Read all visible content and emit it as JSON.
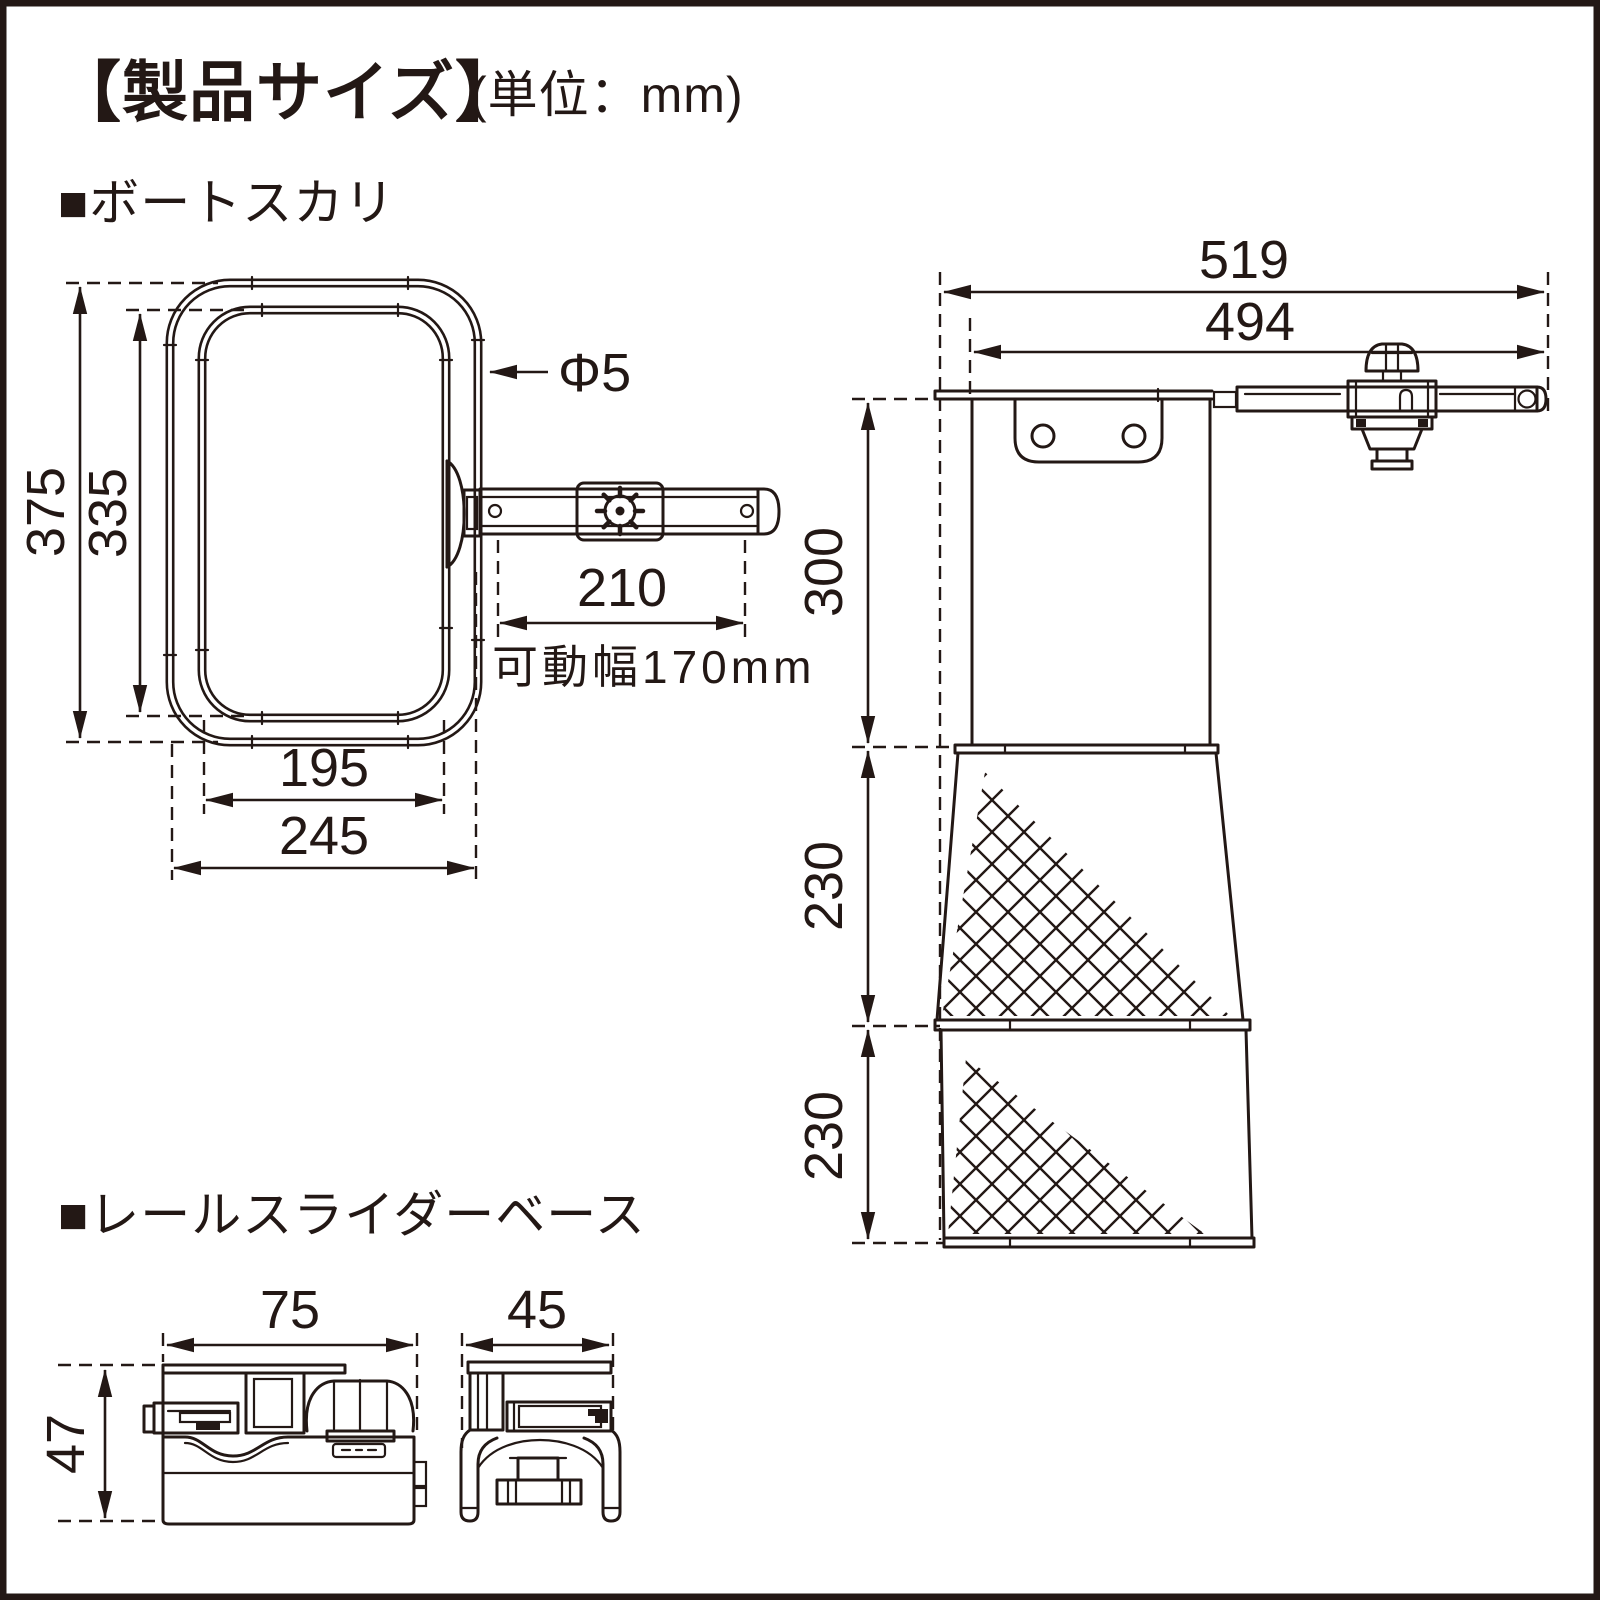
{
  "header": {
    "title": "【製品サイズ】",
    "unit": "(単位：mm)"
  },
  "sections": {
    "front": "■ボートスカリ",
    "base": "■レールスライダーベース"
  },
  "front_view": {
    "outer_height": "375",
    "inner_height": "335",
    "inner_width": "195",
    "outer_width": "245",
    "pipe_diameter": "Φ5",
    "arm_length": "210",
    "movable_width": "可動幅170mm"
  },
  "side_view": {
    "overall_length": "519",
    "arm_reach": "494",
    "frame_depth": "300",
    "net_mid_depth": "230",
    "net_bottom_depth": "230"
  },
  "base_view": {
    "width": "75",
    "depth": "45",
    "height": "47"
  },
  "colors": {
    "ink": "#231815",
    "background": "#ffffff"
  }
}
